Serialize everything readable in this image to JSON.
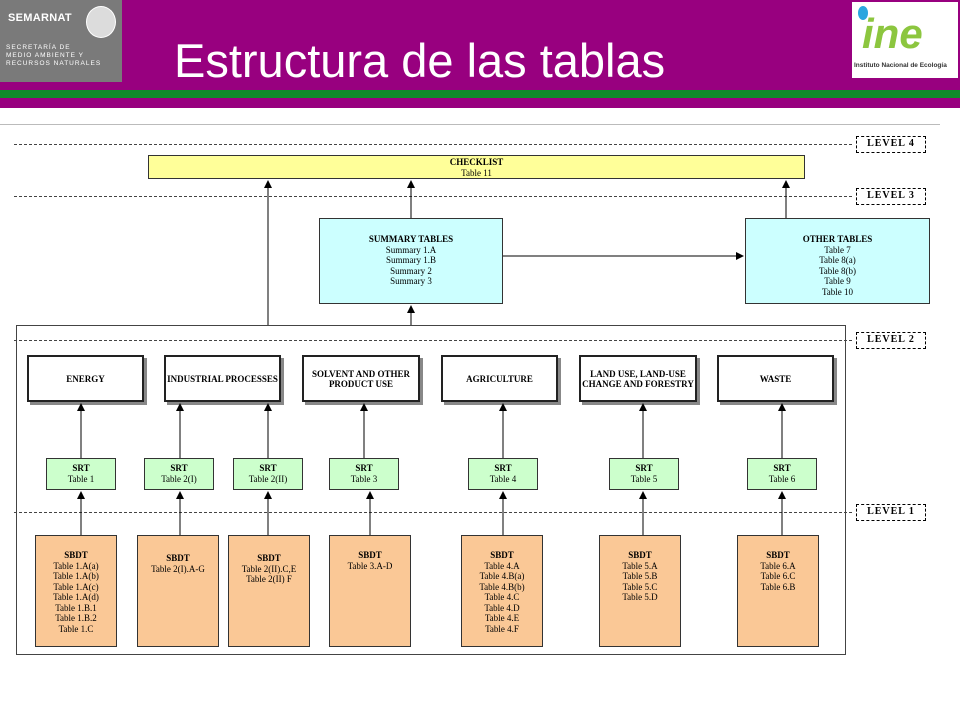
{
  "header": {
    "title": "Estructura de las tablas",
    "logo_left": {
      "name": "SEMARNAT",
      "subtitle_lines": [
        "SECRETARÍA DE",
        "MEDIO AMBIENTE Y",
        "RECURSOS NATURALES"
      ]
    },
    "logo_right": {
      "mark": "ine",
      "name": "Instituto Nacional de Ecología"
    },
    "colors": {
      "purple": "#98007f",
      "green": "#0f8a2c"
    }
  },
  "levels": [
    "LEVEL 4",
    "LEVEL 3",
    "LEVEL 2",
    "LEVEL 1"
  ],
  "checklist": {
    "title": "CHECKLIST",
    "lines": [
      "Table 11"
    ]
  },
  "summary": {
    "title": "SUMMARY TABLES",
    "lines": [
      "Summary 1.A",
      "Summary 1.B",
      "Summary 2",
      "Summary 3"
    ]
  },
  "other": {
    "title": "OTHER TABLES",
    "lines": [
      "Table 7",
      "Table 8(a)",
      "Table 8(b)",
      "Table 9",
      "Table 10"
    ]
  },
  "sectors": [
    "ENERGY",
    "INDUSTRIAL PROCESSES",
    "SOLVENT AND OTHER PRODUCT USE",
    "AGRICULTURE",
    "LAND USE, LAND-USE CHANGE AND FORESTRY",
    "WASTE"
  ],
  "srt": [
    {
      "title": "SRT",
      "table": "Table 1"
    },
    {
      "title": "SRT",
      "table": "Table 2(I)"
    },
    {
      "title": "SRT",
      "table": "Table 2(II)"
    },
    {
      "title": "SRT",
      "table": "Table 3"
    },
    {
      "title": "SRT",
      "table": "Table 4"
    },
    {
      "title": "SRT",
      "table": "Table 5"
    },
    {
      "title": "SRT",
      "table": "Table 6"
    }
  ],
  "sbdt": [
    {
      "title": "SBDT",
      "lines": [
        "Table 1.A(a)",
        "Table 1.A(b)",
        "Table 1.A(c)",
        "Table 1.A(d)",
        "Table 1.B.1",
        "Table 1.B.2",
        "Table 1.C"
      ]
    },
    {
      "title": "SBDT",
      "lines": [
        "Table 2(I).A-G"
      ]
    },
    {
      "title": "SBDT",
      "lines": [
        "Table 2(II).C,E",
        "Table 2(II) F"
      ]
    },
    {
      "title": "SBDT",
      "lines": [
        "Table 3.A-D"
      ]
    },
    {
      "title": "SBDT",
      "lines": [
        "Table 4.A",
        "Table 4.B(a)",
        "Table 4.B(b)",
        "Table 4.C",
        "Table 4.D",
        "Table 4.E",
        "Table 4.F"
      ]
    },
    {
      "title": "SBDT",
      "lines": [
        "Table 5.A",
        "Table 5.B",
        "Table 5.C",
        "Table 5.D"
      ]
    },
    {
      "title": "SBDT",
      "lines": [
        "Table 6.A",
        "Table 6.C",
        "Table 6.B"
      ]
    }
  ]
}
